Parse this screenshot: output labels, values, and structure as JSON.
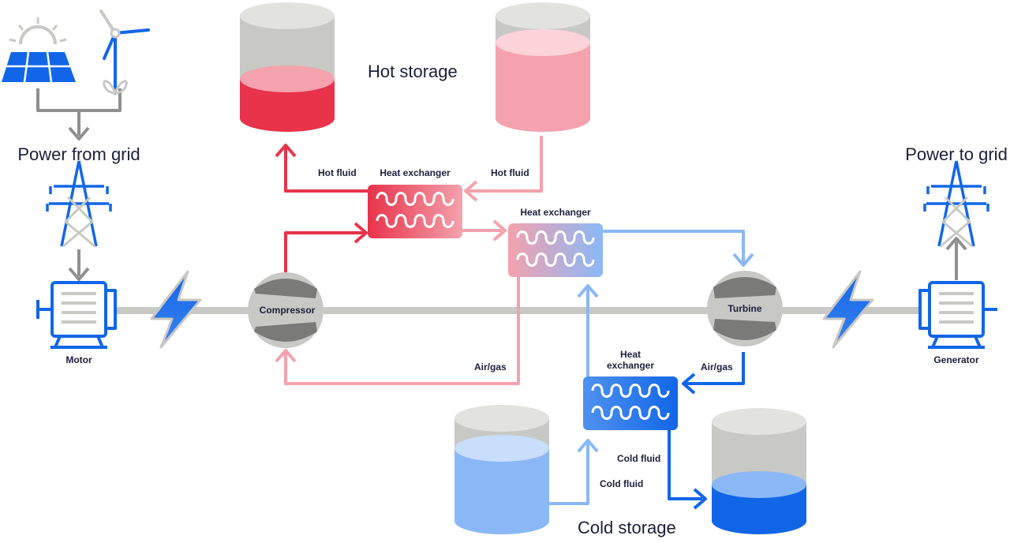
{
  "labels": {
    "hot_storage": "Hot storage",
    "cold_storage": "Cold storage",
    "power_from_grid": "Power from grid",
    "power_to_grid": "Power to grid",
    "motor": "Motor",
    "generator": "Generator",
    "compressor": "Compressor",
    "turbine": "Turbine",
    "hx_top": "Heat exchanger",
    "hx_middle": "Heat exchanger",
    "hx_bottom_line1": "Heat",
    "hx_bottom_line2": "exchanger",
    "hot_fluid_left": "Hot fluid",
    "hot_fluid_right": "Hot fluid",
    "air_gas_left": "Air/gas",
    "air_gas_right": "Air/gas",
    "cold_fluid_right": "Cold fluid",
    "cold_fluid_left": "Cold fluid"
  },
  "colors": {
    "hot_dark": "#e8334a",
    "hot_light": "#f4a2ad",
    "cold_dark": "#1166e8",
    "cold_light": "#8ab8f7",
    "grey": "#8f8f8f",
    "shaft": "#c8c8c4",
    "text": "#1a1f3a"
  }
}
